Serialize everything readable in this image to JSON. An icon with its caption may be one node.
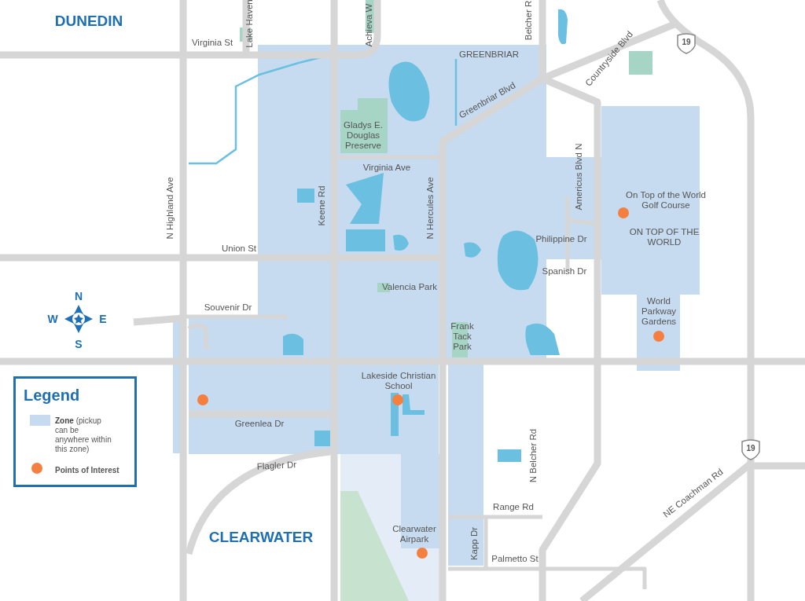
{
  "diagram": {
    "labels": [
      "DUNEDIN",
      "Lake Haven",
      "Achieva W",
      "Belcher R",
      "Virginia St",
      "19",
      "Countryside Blvd",
      "GREENBRIAR",
      "Greenbriar Blvd",
      "Gladys E. Douglas Preserve",
      "Virginia Ave",
      "Americus Blvd N",
      "On Top of the World Golf Course",
      "N Highland Ave",
      "Keene Rd",
      "N Hercules Ave",
      "ON TOP OF THE WORLD",
      "Union St",
      "Philippine Dr",
      "Spanish Dr",
      "N",
      "Valencia Park",
      "W",
      "E",
      "Souvenir Dr",
      "World Parkway Gardens",
      "S",
      "Frank Tack Park",
      "Legend",
      "Lakeside Christian School",
      "Greenlea Dr",
      "N Belcher Rd",
      "19",
      "Flagler Dr",
      "Range Rd",
      "NE Coachman Rd",
      "Clearwater Airpark",
      "CLEARWATER",
      "Kapp Dr",
      "Palmetto St"
    ],
    "legend": [
      {
        "text": "**Zone** (pickup can be anywhere within this zone)",
        "color": "#c6dbef"
      },
      {
        "text": "Points of Interest",
        "color": "#f47f3f"
      }
    ]
  }
}
